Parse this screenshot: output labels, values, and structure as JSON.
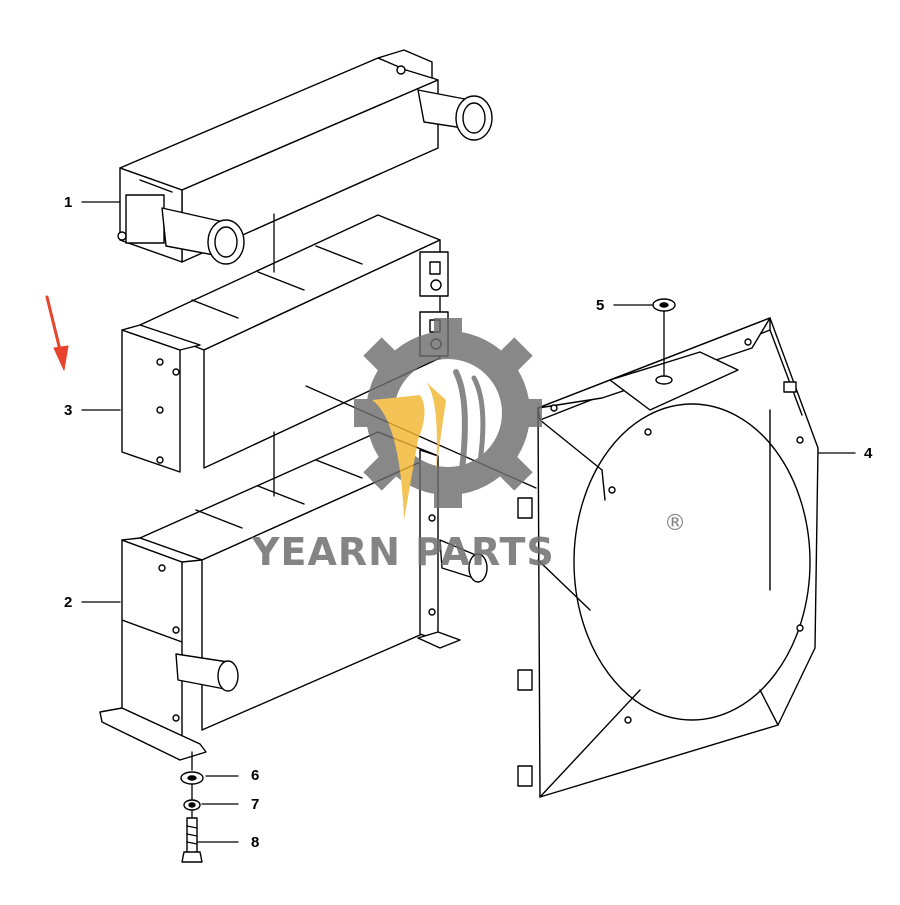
{
  "callouts": {
    "c1": "1",
    "c2": "2",
    "c3": "3",
    "c4": "4",
    "c5": "5",
    "c6": "6",
    "c7": "7",
    "c8": "8"
  },
  "watermark": {
    "brand": "YEARN PARTS",
    "registered": "®"
  },
  "colors": {
    "line": "#000000",
    "watermark_gray": "#6e6e6e",
    "watermark_yellow": "#f2b632",
    "arrow_red": "#e8432c"
  },
  "icons": {
    "indicator": "red-arrow-icon",
    "logo": "gear-logo-icon"
  }
}
